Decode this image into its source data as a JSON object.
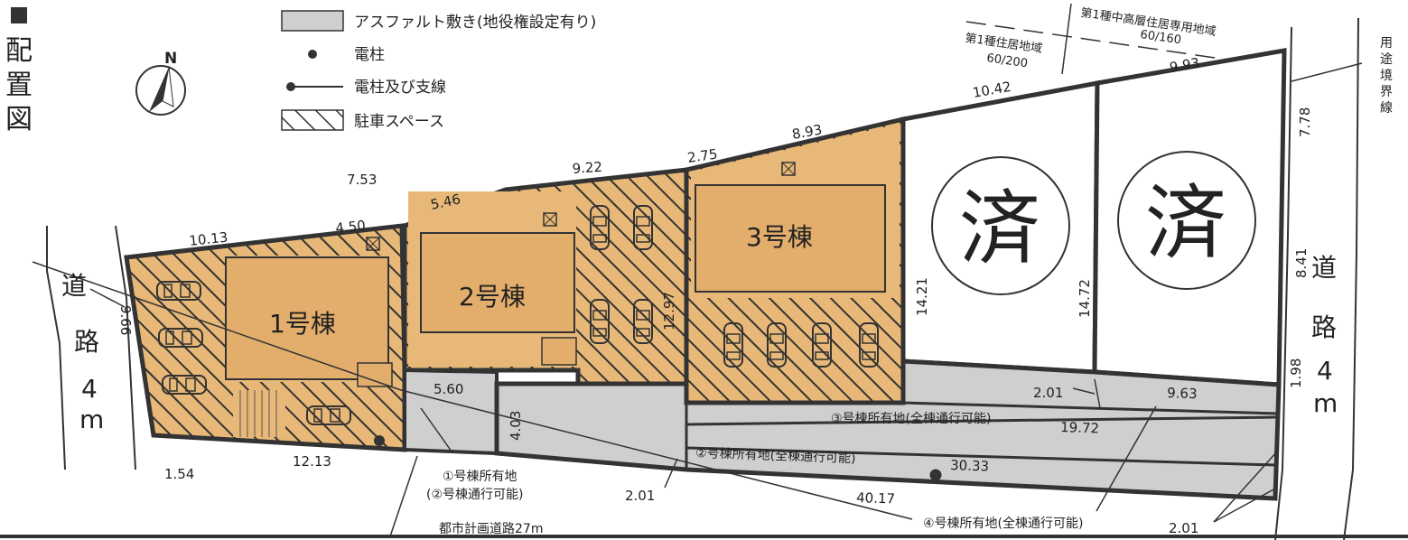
{
  "title": [
    "配",
    "置",
    "図"
  ],
  "compass": "N",
  "legend": {
    "asphalt": "アスファルト敷き(地役権設定有り)",
    "pole": "電柱",
    "pole_wire": "電柱及び支線",
    "parking": "駐車スペース"
  },
  "zones": {
    "zone1_name": "第1種住居地域",
    "zone1_ratio": "60/200",
    "zone2_name": "第1種中高層住居専用地域",
    "zone2_ratio": "60/160",
    "boundary_label": [
      "用",
      "途",
      "境",
      "界",
      "線"
    ]
  },
  "roads": {
    "left": [
      "道",
      "路",
      "4",
      "m"
    ],
    "right": [
      "道",
      "路",
      "4",
      "m"
    ],
    "planned": "都市計画道路27m"
  },
  "buildings": {
    "b1": "1号棟",
    "b2": "2号棟",
    "b3": "3号棟",
    "sold": "済"
  },
  "ownership": {
    "lot1_a": "①号棟所有地",
    "lot1_b": "(②号棟通行可能)",
    "lot2": "②号棟所有地(全棟通行可能)",
    "lot3": "③号棟所有地(全棟通行可能)",
    "lot4": "④号棟所有地(全棟通行可能)"
  },
  "dimensions": {
    "d_10_13": "10.13",
    "d_4_50": "4.50",
    "d_7_53": "7.53",
    "d_5_46": "5.46",
    "d_9_22": "9.22",
    "d_2_75": "2.75",
    "d_8_93": "8.93",
    "d_10_42": "10.42",
    "d_9_93": "9.93",
    "d_7_78": "7.78",
    "d_8_41": "8.41",
    "d_1_98": "1.98",
    "d_2_01_right": "2.01",
    "d_9_63": "9.63",
    "d_19_72": "19.72",
    "d_30_33": "30.33",
    "d_40_17": "40.17",
    "d_2_01_mid": "2.01",
    "d_2_01_bottom": "2.01",
    "d_5_60": "5.60",
    "d_4_03": "4.03",
    "d_12_97": "12.97",
    "d_14_21": "14.21",
    "d_14_72": "14.72",
    "d_12_13": "12.13",
    "d_1_54": "1.54",
    "d_9_66": "9.66"
  },
  "colors": {
    "lot_fill": "#e8b878",
    "building_fill": "#e3ad6c",
    "asphalt": "#cfcfcf",
    "outline": "#333333"
  }
}
